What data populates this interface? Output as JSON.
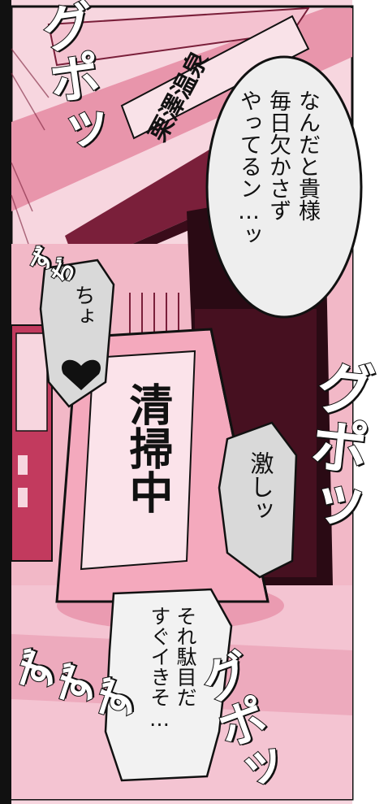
{
  "panel": {
    "colors": {
      "pink_light": "#f6cdd8",
      "pink_mid": "#e58aa3",
      "pink_dark": "#c23a5e",
      "maroon": "#7a1f3a",
      "ink": "#111111",
      "bubble_gray": "#d9d9d9"
    }
  },
  "shop_sign": {
    "text": "栗澤温泉"
  },
  "speech": {
    "main_lines": [
      "なんだと貴様",
      "毎日欠かさず",
      "やってるン…ッ"
    ],
    "choyo": "ちょ",
    "gekishi": "激しッ",
    "soredame_lines": [
      "それ駄目だ",
      "すぐイきそ…"
    ]
  },
  "stand_sign": {
    "text": "清掃中"
  },
  "sfx": {
    "gupo_top": "グポッ",
    "gupo_right": "グポッ",
    "gupo_bottom": "グポッ",
    "zuzu_small": "ずぢ",
    "zuzu_bottom": "ずずず"
  },
  "icons": {
    "heart": "heart-icon"
  }
}
